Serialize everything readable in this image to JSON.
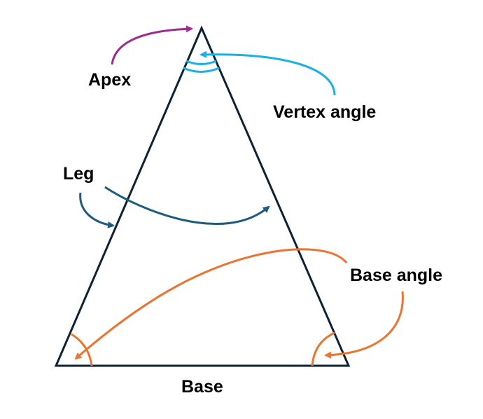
{
  "labels": {
    "apex": "Apex",
    "vertex_angle": "Vertex angle",
    "leg": "Leg",
    "base_angle": "Base angle",
    "base": "Base"
  },
  "colors": {
    "triangle": "#0f2233",
    "apex_arrow": "#9b2d8f",
    "vertex_arrow": "#1ab0e8",
    "leg_arrow": "#1e5b7e",
    "base_angle_arrow": "#ec7430"
  }
}
